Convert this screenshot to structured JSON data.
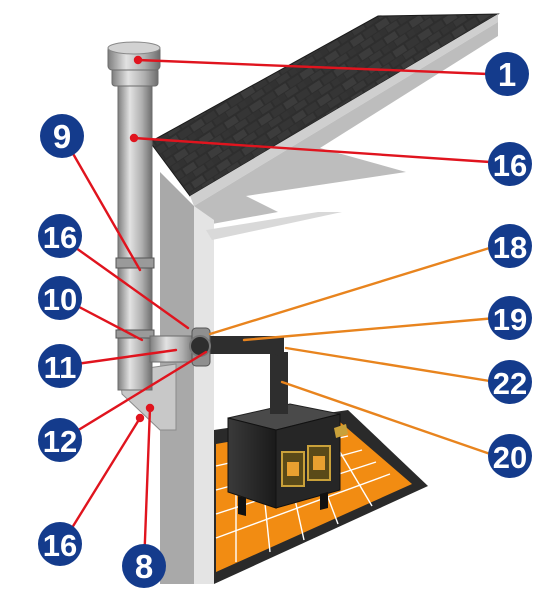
{
  "colors": {
    "badge": "#143b8c",
    "red_leader": "#e0141e",
    "orange_leader": "#e8841e",
    "roof": "#2b2b2b",
    "tile": "#f28c12",
    "pipe": "#a8a8a8"
  },
  "callouts": [
    {
      "id": "c1",
      "label": "1",
      "color": "red"
    },
    {
      "id": "c16a",
      "label": "16",
      "color": "red"
    },
    {
      "id": "c9",
      "label": "9",
      "color": "red"
    },
    {
      "id": "c16b",
      "label": "16",
      "color": "red"
    },
    {
      "id": "c10",
      "label": "10",
      "color": "red"
    },
    {
      "id": "c11",
      "label": "11",
      "color": "red"
    },
    {
      "id": "c12",
      "label": "12",
      "color": "red"
    },
    {
      "id": "c16c",
      "label": "16",
      "color": "red"
    },
    {
      "id": "c8",
      "label": "8",
      "color": "red"
    },
    {
      "id": "c18",
      "label": "18",
      "color": "orange"
    },
    {
      "id": "c19",
      "label": "19",
      "color": "orange"
    },
    {
      "id": "c22",
      "label": "22",
      "color": "orange"
    },
    {
      "id": "c20",
      "label": "20",
      "color": "orange"
    }
  ]
}
